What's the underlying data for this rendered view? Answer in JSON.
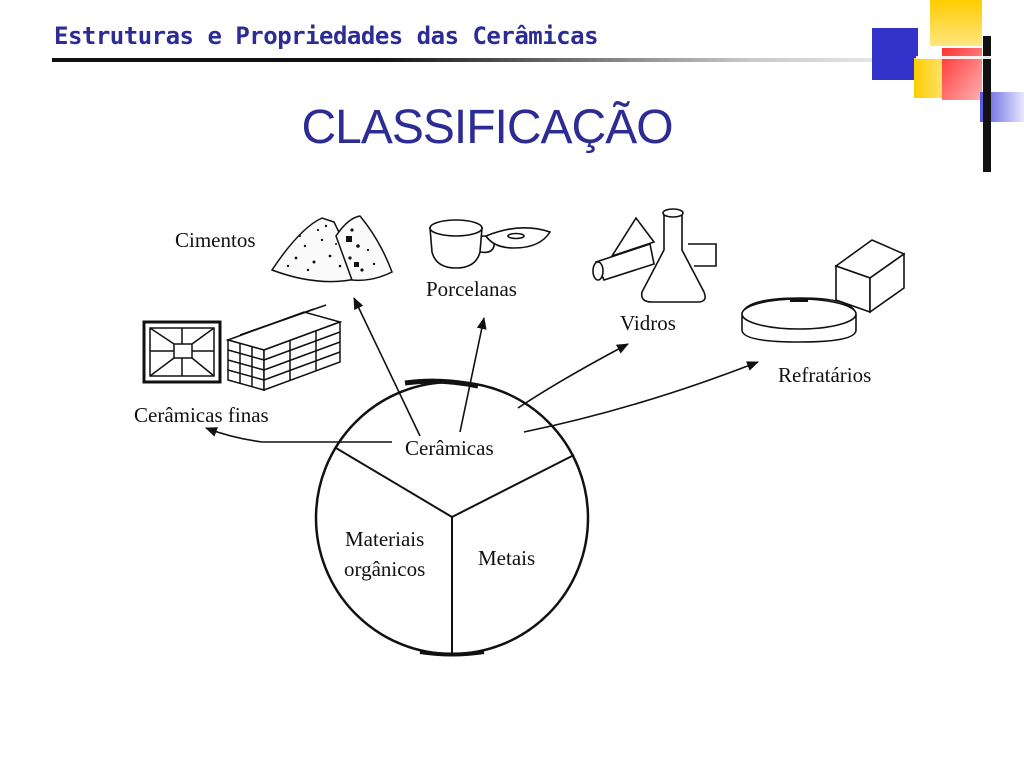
{
  "header": {
    "title": "Estruturas e Propriedades das Cerâmicas"
  },
  "slide": {
    "title": "CLASSIFICAÇÃO"
  },
  "diagram": {
    "center_label": "Cerâmicas",
    "sectors": {
      "organic": [
        "Materiais",
        "orgânicos"
      ],
      "metals": "Metais"
    },
    "categories": {
      "cimentos": "Cimentos",
      "porcelanas": "Porcelanas",
      "vidros": "Vidros",
      "refratarios": "Refratários",
      "ceramicas_finas": "Cerâmicas finas"
    }
  },
  "colors": {
    "title_blue": "#2c2c94",
    "decor_blue": "#3333cc",
    "decor_yellow": "#ffcc00",
    "decor_red": "#ff3333"
  }
}
